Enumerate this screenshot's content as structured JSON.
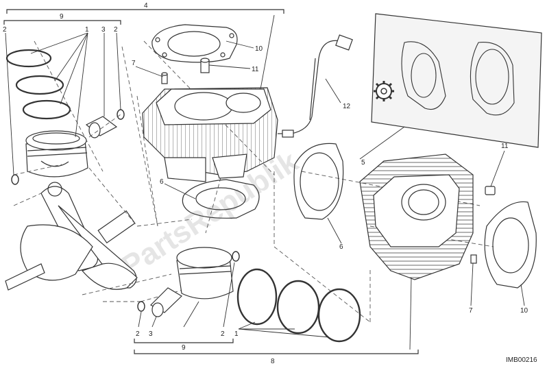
{
  "watermark": "PartsRepublik",
  "code": "IMB00216",
  "labels": {
    "n9_top": "9",
    "n4_top": "4",
    "n2_a": "2",
    "n1_a": "1",
    "n3_a": "3",
    "n2_b": "2",
    "n7_a": "7",
    "n10_a": "10",
    "n11_a": "11",
    "n12": "12",
    "n5": "5",
    "n6_a": "6",
    "n6_b": "6",
    "n11_b": "11",
    "n7_b": "7",
    "n10_b": "10",
    "n2_c": "2",
    "n3_b": "3",
    "n9_bot": "9",
    "n2_d": "2",
    "n1_b": "1",
    "n8": "8"
  },
  "colors": {
    "line": "#333333",
    "watermark": "#cfcfcf",
    "panel": "#f4f4f4"
  },
  "icons": {
    "settings": "gear-icon"
  }
}
